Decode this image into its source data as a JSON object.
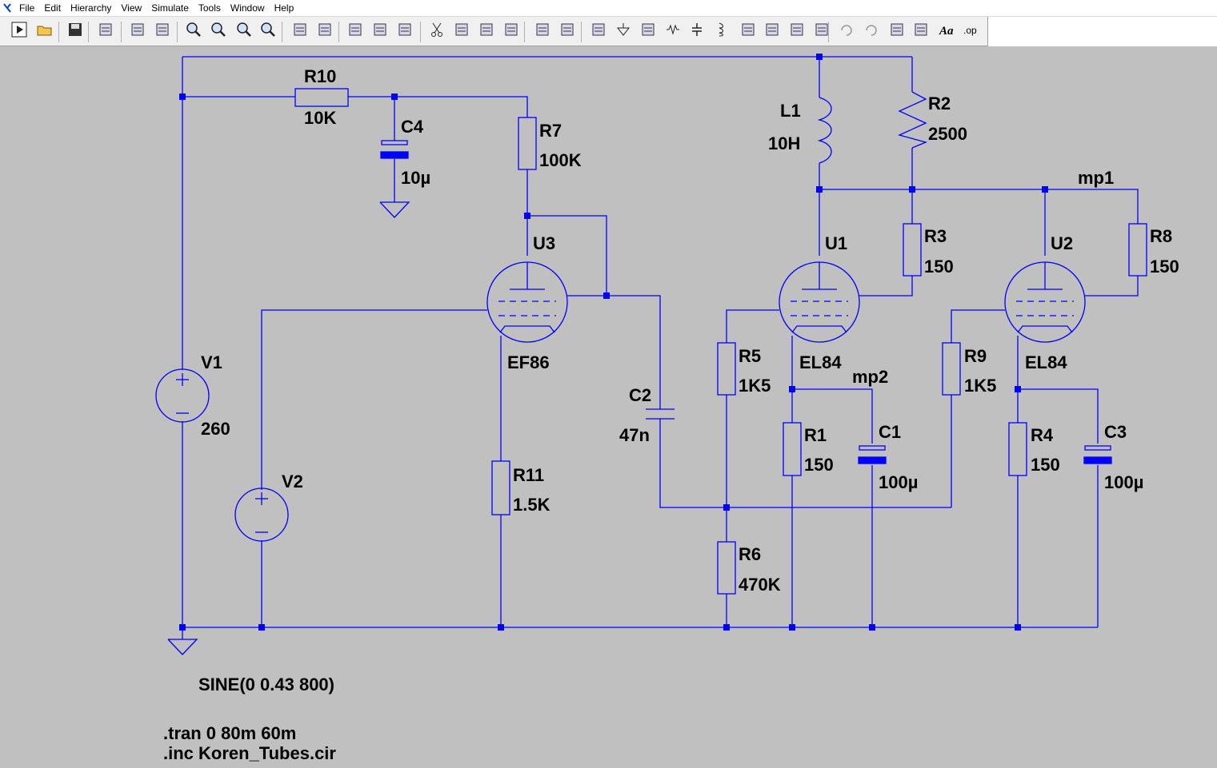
{
  "menu": [
    "File",
    "Edit",
    "Hierarchy",
    "View",
    "Simulate",
    "Tools",
    "Window",
    "Help"
  ],
  "toolbar": [
    "run-icon",
    "open-icon",
    "save-icon",
    "control-panel-icon",
    "halt-icon",
    "pan-hand-icon",
    "zoom-in-icon",
    "zoom-rect-icon",
    "zoom-out-icon",
    "zoom-fit-icon",
    "autorange-icon",
    "plot-icon",
    "tile-horizontal-icon",
    "cascade-icon",
    "tile-vertical-icon",
    "cut-icon",
    "copy-icon",
    "paste-icon",
    "find-icon",
    "print-icon",
    "print-setup-icon",
    "wire-icon",
    "ground-icon",
    "label-net-icon",
    "resistor-icon",
    "capacitor-icon",
    "inductor-icon",
    "diode-icon",
    "component-icon",
    "move-icon",
    "drag-icon",
    "undo-icon",
    "redo-icon",
    "rotate-icon",
    "mirror-icon",
    "text-icon",
    "spice-directive-icon"
  ],
  "colors": {
    "wire": "#0000ff",
    "junction": "#0000ff",
    "label": "#000000",
    "background": "#c0c0c0"
  },
  "components": {
    "R10": {
      "ref": "R10",
      "value": "10K"
    },
    "C4": {
      "ref": "C4",
      "value": "10µ"
    },
    "R7": {
      "ref": "R7",
      "value": "100K"
    },
    "U3": {
      "ref": "U3",
      "value": "EF86"
    },
    "L1": {
      "ref": "L1",
      "value": "10H"
    },
    "R2": {
      "ref": "R2",
      "value": "2500"
    },
    "U1": {
      "ref": "U1",
      "value": "EL84"
    },
    "R3": {
      "ref": "R3",
      "value": "150"
    },
    "U2": {
      "ref": "U2",
      "value": "EL84"
    },
    "R8": {
      "ref": "R8",
      "value": "150"
    },
    "V1": {
      "ref": "V1",
      "value": "260"
    },
    "V2": {
      "ref": "V2",
      "value": "SINE(0 0.43 800)"
    },
    "C2": {
      "ref": "C2",
      "value": "47n"
    },
    "R5": {
      "ref": "R5",
      "value": "1K5"
    },
    "R9": {
      "ref": "R9",
      "value": "1K5"
    },
    "R1": {
      "ref": "R1",
      "value": "150"
    },
    "C1": {
      "ref": "C1",
      "value": "100µ"
    },
    "R4": {
      "ref": "R4",
      "value": "150"
    },
    "C3": {
      "ref": "C3",
      "value": "100µ"
    },
    "R11": {
      "ref": "R11",
      "value": "1.5K"
    },
    "R6": {
      "ref": "R6",
      "value": "470K"
    }
  },
  "nets": {
    "mp1": "mp1",
    "mp2": "mp2"
  },
  "directives": [
    ".tran 0 80m 60m",
    ".inc Koren_Tubes.cir"
  ]
}
